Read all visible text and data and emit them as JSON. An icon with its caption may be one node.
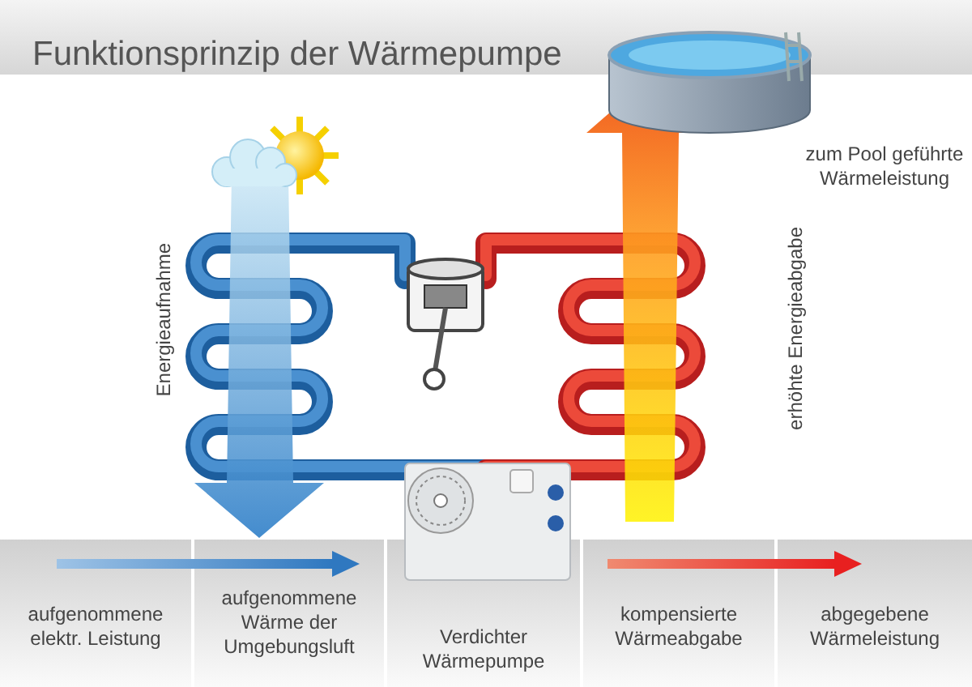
{
  "diagram": {
    "title": "Funktionsprinzip der Wärmepumpe",
    "labels": [
      "zum Pool geführte Wärmeleistung",
      "Energieaufnahme",
      "erhöhte Energieabgabe",
      "aufgenommene elektr. Leistung",
      "aufgenommene Wärme der Umgebungsluft",
      "Verdichter Wärmepumpe",
      "kompensierte Wärmeabgabe",
      "abgegebene Wärmeleistung"
    ]
  }
}
